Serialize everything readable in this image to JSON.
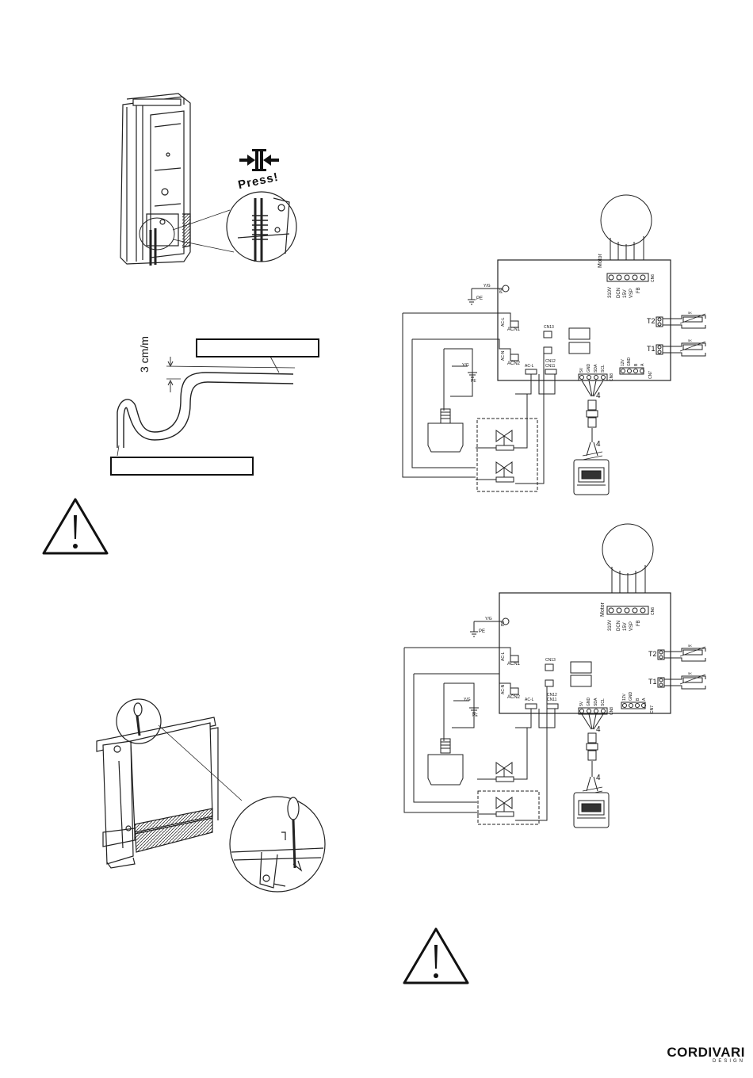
{
  "pcb": {
    "motor_terminals": "Motor",
    "motor_pins": [
      "310V",
      "DCN",
      "15V",
      "VSP",
      "FB"
    ],
    "cn6": "CN6",
    "pe_wire": "Y/G",
    "pe": "PE",
    "acn1": [
      "AC-L",
      "ACN1"
    ],
    "acn2": [
      "AC-N",
      "ACN2"
    ],
    "cn13": "CN13",
    "cn12": "CN12",
    "cn11": "CN11",
    "acl": "AC-L",
    "cn8_pins": [
      "5V",
      "GND",
      "SDA",
      "SCL"
    ],
    "cn8": "CN8",
    "cn7_pins": [
      "12V",
      "GND",
      "B",
      "A"
    ],
    "cn7": "CN7",
    "t2": "T2",
    "t1": "T1",
    "sensor_value": "5K",
    "wire_count": "4",
    "yg": "Y/G",
    "pe_small": "PE"
  },
  "slope": {
    "label": "3 cm/m"
  },
  "press": {
    "label": "Press!"
  },
  "brand": {
    "name": "CORDIVARI",
    "sub": "DESIGN"
  }
}
